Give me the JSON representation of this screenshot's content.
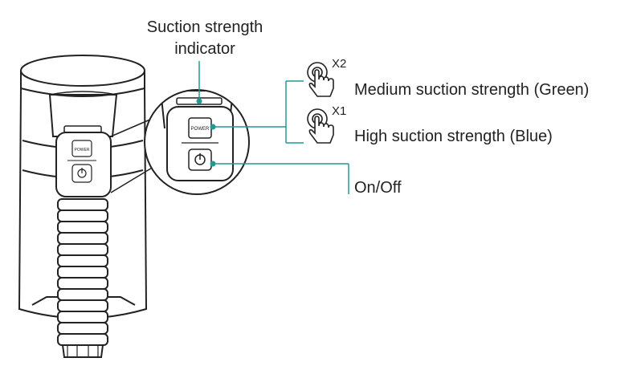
{
  "labels": {
    "indicator_line1": "Suction strength",
    "indicator_line2": "indicator",
    "x2": "X2",
    "x1": "X1",
    "medium": "Medium suction strength (Green)",
    "high": "High suction strength (Blue)",
    "onoff": "On/Off"
  },
  "device": {
    "power_button_text": "POWER",
    "power_symbol": "⏻"
  },
  "icons": {
    "press_twice": "hand-press-icon",
    "press_once": "hand-press-icon",
    "power": "power-icon"
  },
  "colors": {
    "callout_line": "#1f9a92",
    "outline": "#222222"
  }
}
